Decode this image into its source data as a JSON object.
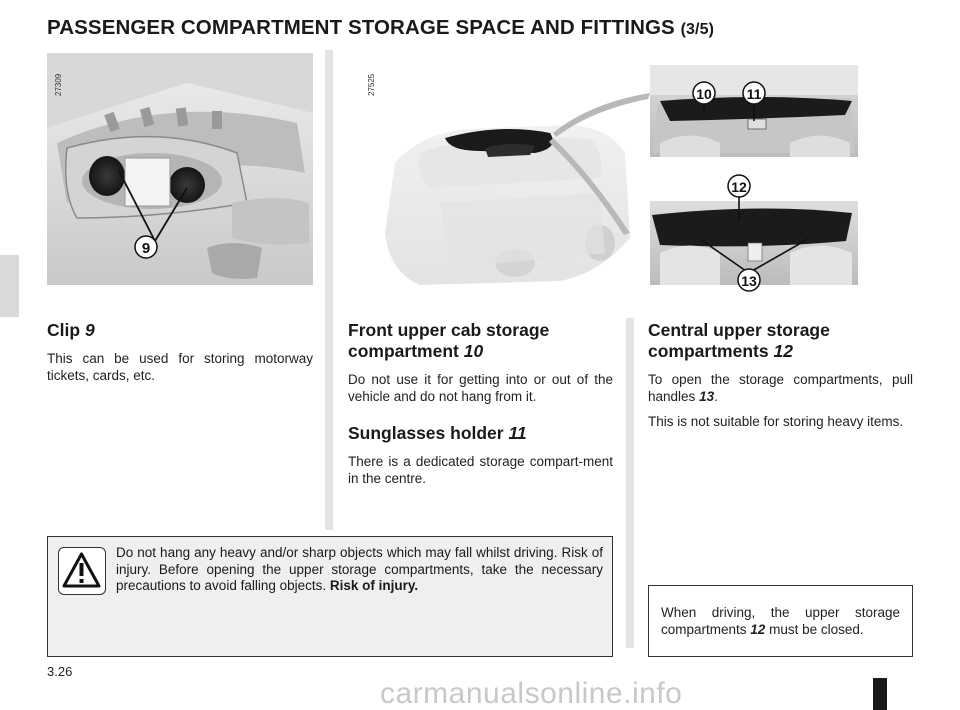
{
  "page": {
    "title": "PASSENGER COMPARTMENT STORAGE SPACE AND FITTINGS",
    "title_part": "(3/5)",
    "page_number": "3.26",
    "watermark": "carmanualsonline.info"
  },
  "figures": {
    "left": {
      "code": "27309",
      "callout": "9"
    },
    "right": {
      "code": "27525",
      "callouts": [
        "10",
        "11",
        "12",
        "13"
      ]
    }
  },
  "sections": {
    "clip": {
      "heading": "Clip",
      "ref": "9",
      "text": "This can be used for storing motorway tickets, cards, etc."
    },
    "front_upper": {
      "heading": "Front upper cab storage compartment",
      "ref": "10",
      "text": "Do not use it for getting into or out of the vehicle and do not hang from it."
    },
    "sunglasses": {
      "heading": "Sunglasses holder",
      "ref": "11",
      "text": "There is a dedicated storage compart-ment in the centre."
    },
    "central_upper": {
      "heading": "Central upper storage compartments",
      "ref": "12",
      "text1_before": "To open the storage compartments, pull handles",
      "text1_ref": "13",
      "text1_after": ".",
      "text2": "This is not suitable for storing heavy items."
    }
  },
  "warning": {
    "icon": "warning-triangle-icon",
    "text": "Do not hang any heavy and/or sharp objects which may fall whilst driving. Risk of injury. Before opening the upper storage compartments, take the necessary precautions to avoid falling objects.",
    "emphasis": "Risk of injury."
  },
  "note": {
    "text_before": "When driving, the upper storage compartments",
    "ref": "12",
    "text_after": "must be closed."
  }
}
